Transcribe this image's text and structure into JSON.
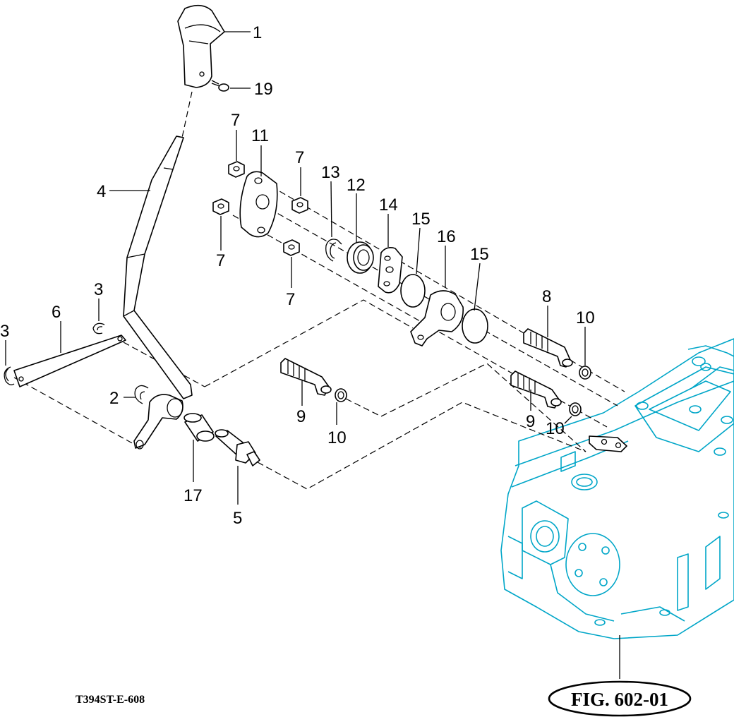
{
  "labels": {
    "p1": "1",
    "p19": "19",
    "p4": "4",
    "p7a": "7",
    "p11": "11",
    "p7b": "7",
    "p13": "13",
    "p12": "12",
    "p14": "14",
    "p15a": "15",
    "p16": "16",
    "p15b": "15",
    "p7c": "7",
    "p7d": "7",
    "p3a": "3",
    "p6": "6",
    "p3b": "3",
    "p2": "2",
    "p8": "8",
    "p10a": "10",
    "p9a": "9",
    "p10b": "10",
    "p9b": "9",
    "p10c": "10",
    "p17": "17",
    "p5": "5"
  },
  "footer": {
    "doc_code": "T394ST-E-608",
    "figure_ref": "FIG. 602-01"
  },
  "colors": {
    "parts": "#000000",
    "reference_housing": "#00a6c8"
  }
}
